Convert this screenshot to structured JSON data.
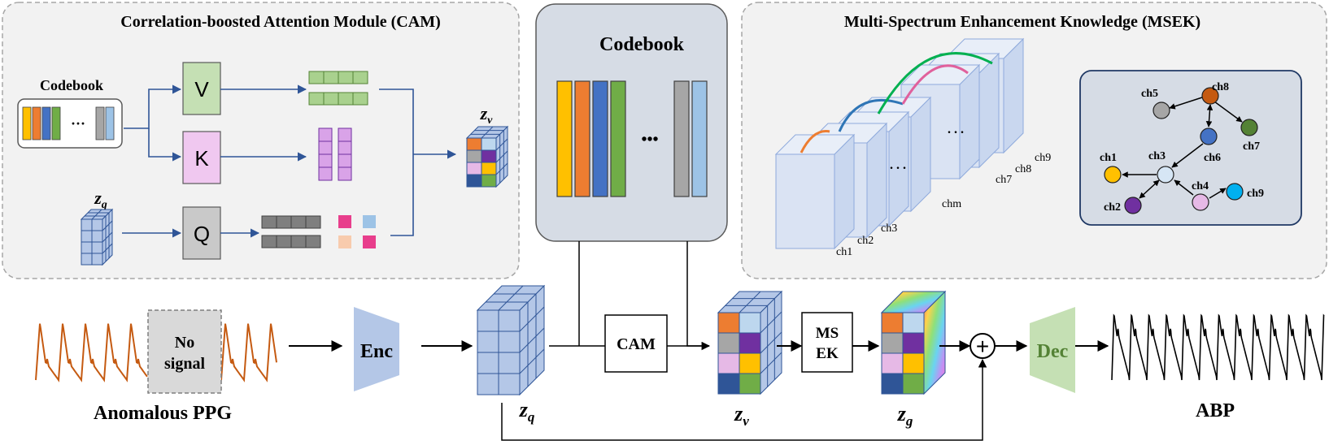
{
  "cam_panel": {
    "title": "Correlation-boosted Attention Module (CAM)",
    "codebook_label": "Codebook",
    "ellipsis": "···",
    "v_label": "V",
    "k_label": "K",
    "q_label": "Q",
    "zq_label": "z",
    "zq_sub": "q",
    "zv_label": "z",
    "zv_sub": "v"
  },
  "codebook_panel": {
    "title": "Codebook",
    "ellipsis": "•••"
  },
  "msek_panel": {
    "title": "Multi-Spectrum Enhancement Knowledge (MSEK)",
    "cube_channels": [
      "ch1",
      "ch2",
      "ch3",
      "chm",
      "ch7",
      "ch8",
      "ch9"
    ],
    "cube_dots": ". . .",
    "graph_nodes": [
      {
        "id": "ch8",
        "label": "ch8",
        "color": "#c55a11"
      },
      {
        "id": "ch5",
        "label": "ch5",
        "color": "#a6a6a6"
      },
      {
        "id": "ch7",
        "label": "ch7",
        "color": "#548235"
      },
      {
        "id": "ch6",
        "label": "ch6",
        "color": "#4472c4"
      },
      {
        "id": "ch3",
        "label": "ch3",
        "color": "#d6e6f5"
      },
      {
        "id": "ch1",
        "label": "ch1",
        "color": "#ffc000"
      },
      {
        "id": "ch4",
        "label": "ch4",
        "color": "#e6b9e6"
      },
      {
        "id": "ch9",
        "label": "ch9",
        "color": "#00b0f0"
      },
      {
        "id": "ch2",
        "label": "ch2",
        "color": "#7030a0"
      }
    ]
  },
  "pipeline": {
    "ppg_label": "Anomalous PPG",
    "no_signal_line1": "No",
    "no_signal_line2": "signal",
    "enc_label": "Enc",
    "cam_box_label": "CAM",
    "msek_line1": "MS",
    "msek_line2": "EK",
    "plus_symbol": "+",
    "dec_label": "Dec",
    "abp_label": "ABP",
    "zq_label": "z",
    "zq_sub": "q",
    "zv_label": "z",
    "zv_sub": "v",
    "zg_label": "z",
    "zg_sub": "g"
  },
  "colors": {
    "codebook_bars": [
      "#ffc000",
      "#ed7d31",
      "#4472c4",
      "#70ad47"
    ],
    "codebook_tail": [
      "#a6a6a6",
      "#9dc3e6"
    ],
    "v_fill": "#c5e0b4",
    "k_fill": "#f0c8f0",
    "q_fill": "#c9c9c9",
    "panel_fill": "#f2f2f2",
    "codebook_panel_fill": "#d6dce5",
    "enc_fill": "#b4c7e7",
    "dec_fill": "#c5e0b4",
    "ppg_wave": "#c55a11",
    "arrow_blue": "#2f5597",
    "cube_blue": "#b4c7e7"
  }
}
